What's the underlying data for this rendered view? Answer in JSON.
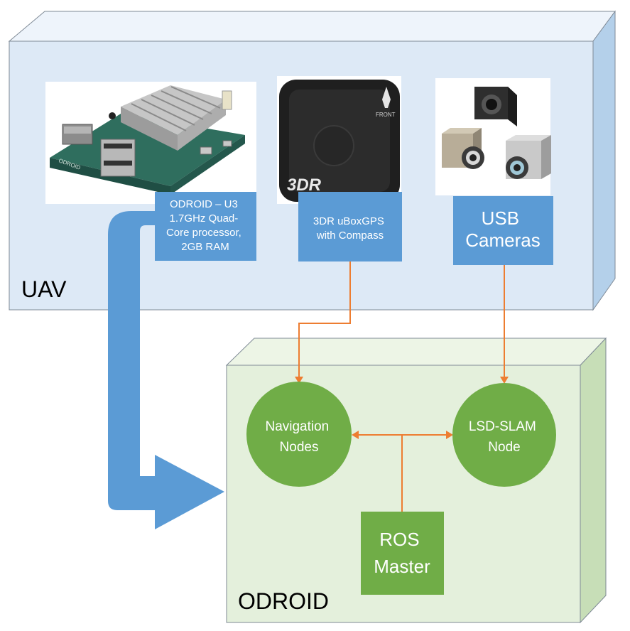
{
  "uav_box": {
    "label": "UAV"
  },
  "odroid_box": {
    "label": "ODROID"
  },
  "components": {
    "odroid_board": {
      "lines": [
        "ODROID – U3",
        "1.7GHz Quad-",
        "Core processor,",
        "2GB RAM"
      ],
      "logo_text": "ODROID"
    },
    "gps": {
      "lines": [
        "3DR uBoxGPS",
        "with Compass"
      ],
      "logo_text": "3DR",
      "front_text": "FRONT"
    },
    "cameras": {
      "lines": [
        "USB",
        "Cameras"
      ]
    }
  },
  "nodes": {
    "navigation": {
      "lines": [
        "Navigation",
        "Nodes"
      ]
    },
    "lsd_slam": {
      "lines": [
        "LSD-SLAM",
        "Node"
      ]
    },
    "ros_master": {
      "lines": [
        "ROS",
        "Master"
      ]
    }
  },
  "colors": {
    "uav_front": "#dde9f6",
    "uav_top": "#eef4fb",
    "uav_side": "#b4d0ea",
    "odroid_front": "#e4f0dc",
    "odroid_top": "#edf5e6",
    "odroid_side": "#c7deb7",
    "label_box": "#5b9bd5",
    "node_green": "#70ad47",
    "connector": "#ed7d31",
    "big_arrow": "#5b9bd5"
  }
}
